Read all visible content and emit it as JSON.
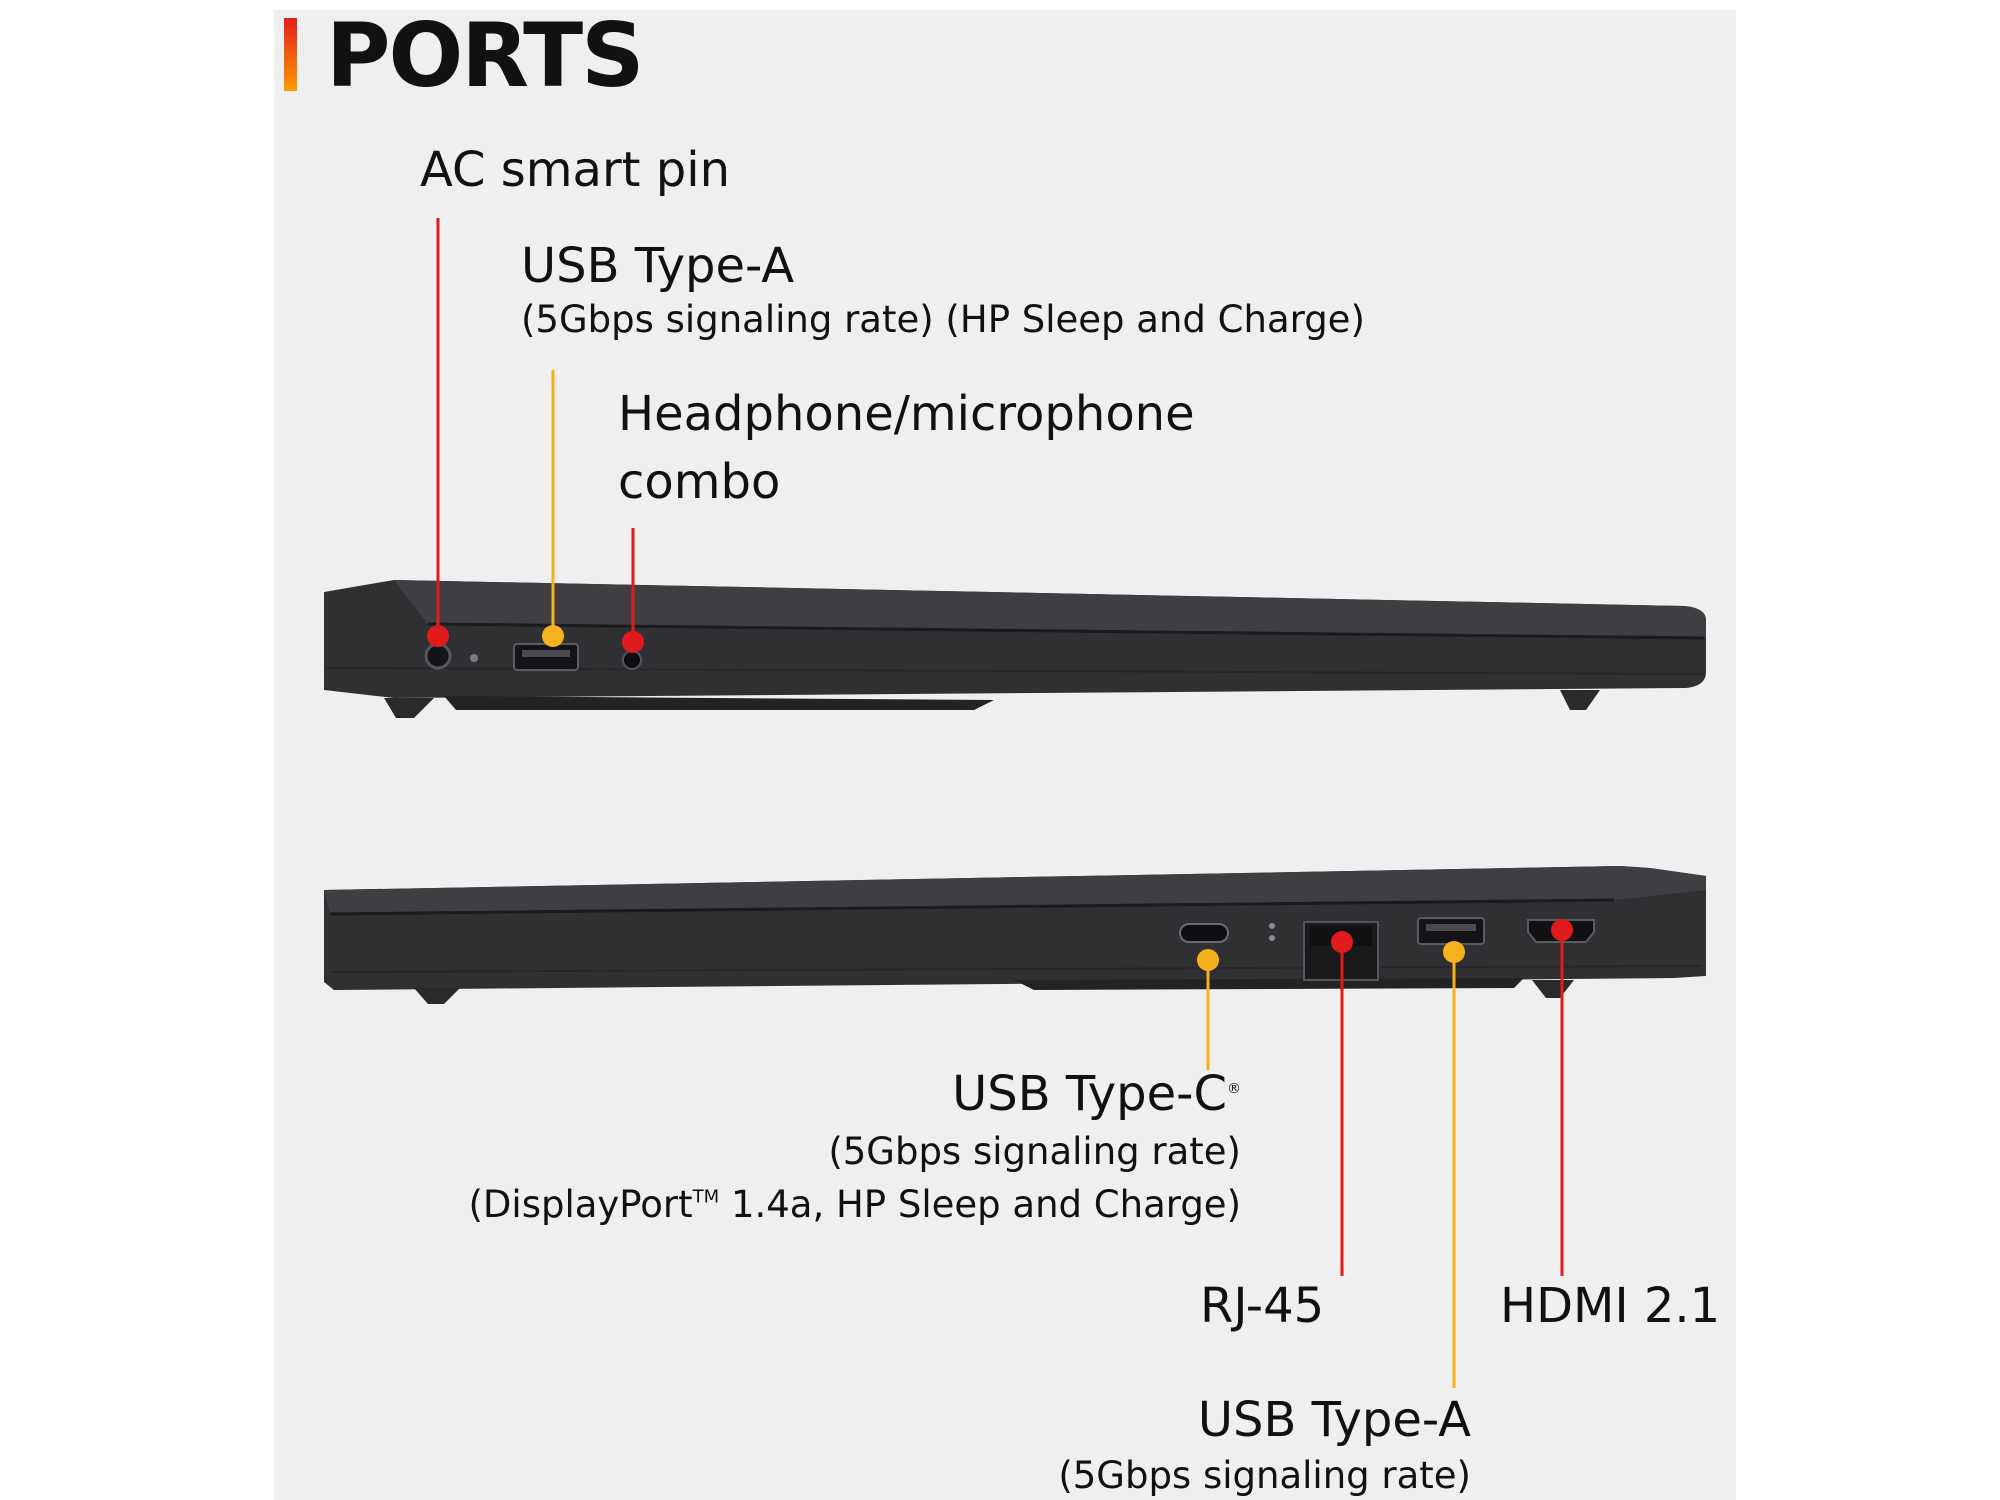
{
  "title": "PORTS",
  "colors": {
    "accent_red": "#e11b1b",
    "accent_yellow": "#f5b21c",
    "laptop": "#2f2f31",
    "background": "#efefef"
  },
  "left_side": {
    "ac_pin": {
      "label": "AC smart pin"
    },
    "usb_a": {
      "label": "USB Type-A",
      "sub": "(5Gbps signaling rate) (HP Sleep and Charge)"
    },
    "audio": {
      "label_line1": "Headphone/microphone",
      "label_line2": "combo"
    }
  },
  "right_side": {
    "usb_c": {
      "label": "USB Type-C",
      "reg": "®",
      "sub1": "(5Gbps signaling rate)",
      "sub2_a": "(DisplayPort",
      "sub2_tm": "TM",
      "sub2_b": " 1.4a, HP Sleep and Charge)"
    },
    "rj45": {
      "label": "RJ-45"
    },
    "hdmi": {
      "label": "HDMI 2.1"
    },
    "usb_a": {
      "label": "USB Type-A",
      "sub": "(5Gbps signaling rate)"
    }
  }
}
